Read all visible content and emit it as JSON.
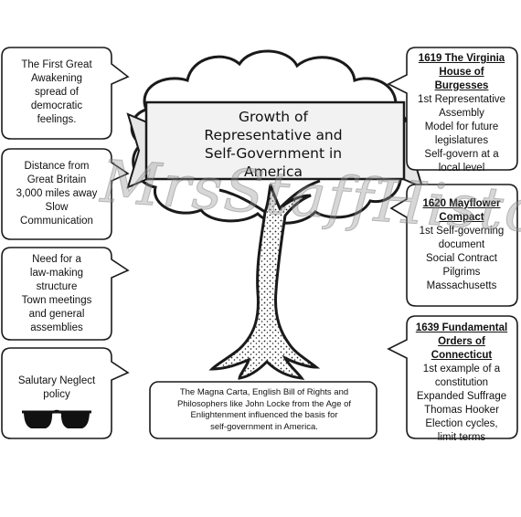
{
  "title_lines": [
    "Growth of",
    "Representative and",
    "Self-Government in",
    "America"
  ],
  "left_bubbles": [
    {
      "lines": [
        "The First Great",
        "Awakening",
        "spread of",
        "democratic",
        "feelings."
      ]
    },
    {
      "lines": [
        "Distance from",
        "Great Britain",
        "3,000 miles away",
        "Slow",
        "Communication"
      ]
    },
    {
      "lines": [
        "Need for a",
        "law-making",
        "structure",
        "Town meetings",
        "and general",
        "assemblies"
      ]
    },
    {
      "lines": [
        "Salutary Neglect",
        "policy"
      ]
    }
  ],
  "right_bubbles": [
    {
      "heading": [
        "1619 The Virginia",
        "House of",
        "Burgesses"
      ],
      "lines": [
        "1st Representative",
        "Assembly",
        "Model for future",
        "legislatures",
        "Self-govern at a",
        "local level"
      ]
    },
    {
      "heading": [
        "1620 Mayflower",
        "Compact"
      ],
      "lines": [
        "1st Self-governing",
        "document",
        "Social Contract",
        "Pilgrims",
        "Massachusetts"
      ]
    },
    {
      "heading": [
        "1639 Fundamental",
        "Orders of",
        "Connecticut"
      ],
      "lines": [
        "1st example of a",
        "constitution",
        "Expanded Suffrage",
        "Thomas Hooker",
        "Election cycles,",
        "limit terms"
      ]
    }
  ],
  "bottom_lines": [
    "The Magna Carta, English Bill of Rights and",
    "Philosophers like John Locke from the Age of",
    "Enlightenment influenced the basis for",
    "self-government in America."
  ],
  "watermark": "MrsStaffHistory",
  "icons": {
    "sunglasses": "sunglasses-icon",
    "tree": "tree-icon"
  },
  "colors": {
    "outline": "#1a1a1a",
    "banner": "#f2f2f2",
    "canopy": "#ffffff"
  }
}
